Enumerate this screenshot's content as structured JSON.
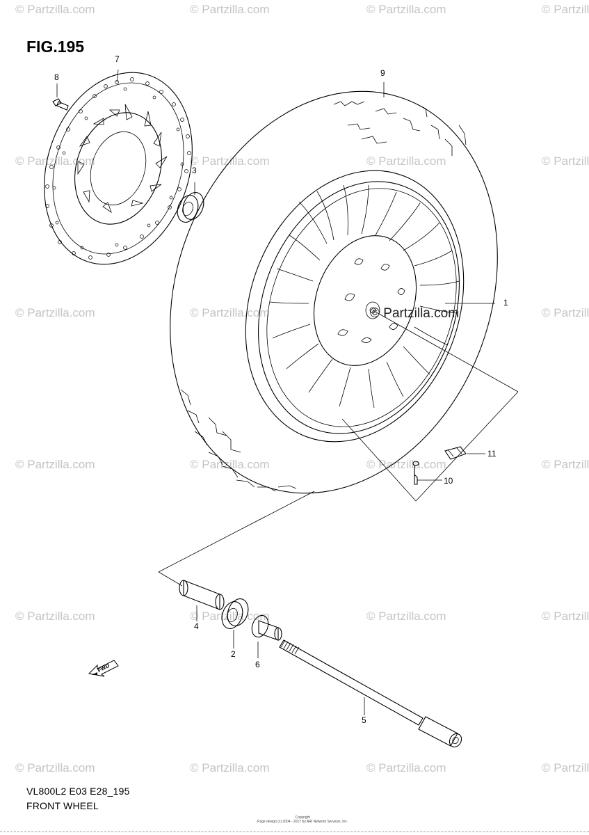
{
  "figure": {
    "title": "FIG.195"
  },
  "watermark": {
    "text": "© Partzilla.com",
    "center_text": "© Partzilla.com"
  },
  "callouts": {
    "c1": "1",
    "c2": "2",
    "c3": "3",
    "c4": "4",
    "c5": "5",
    "c6": "6",
    "c7": "7",
    "c8": "8",
    "c9": "9",
    "c10": "10",
    "c11": "11"
  },
  "arrow_label": "FWD",
  "footer": {
    "model_line": "VL800L2 E03 E28_195",
    "name_line": "FRONT WHEEL"
  },
  "copyright": {
    "line1": "Copyright",
    "line2": "Page design (c) 2004 - 2017 by ARI Network Services, Inc."
  }
}
